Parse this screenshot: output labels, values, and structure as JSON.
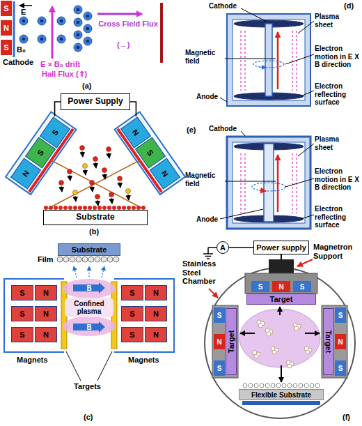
{
  "diagram": {
    "nodes": [
      {
        "text": [
          "S"
        ]
      },
      {
        "text": [
          "N"
        ]
      },
      {
        "text": [
          "S"
        ]
      },
      {
        "text": [
          "Power Supply"
        ]
      },
      {
        "text": [
          "S"
        ]
      },
      {
        "text": [
          "S"
        ]
      },
      {
        "text": [
          "N"
        ]
      },
      {
        "text": [
          "N"
        ]
      },
      {
        "text": [
          "S"
        ]
      },
      {
        "text": [
          "N"
        ]
      },
      {
        "text": [
          "Substrate"
        ]
      },
      {
        "text": [
          "Substrate"
        ]
      },
      {
        "text": [
          "S"
        ]
      },
      {
        "text": [
          "N"
        ]
      },
      {
        "text": [
          "S"
        ]
      },
      {
        "text": [
          "N"
        ]
      },
      {
        "text": [
          "S"
        ]
      },
      {
        "text": [
          "N"
        ]
      },
      {
        "text": [
          "S"
        ]
      },
      {
        "text": [
          "N"
        ]
      },
      {
        "text": [
          "S"
        ]
      },
      {
        "text": [
          "N"
        ]
      },
      {
        "text": [
          "S"
        ]
      },
      {
        "text": [
          "N"
        ]
      },
      {
        "text": [
          "Confined plasma"
        ]
      },
      {
        "text": [
          "B"
        ],
        "in": 24
      },
      {
        "text": [
          "B"
        ],
        "in": 24
      },
      {
        "text": [
          "A"
        ]
      },
      {
        "text": [
          "Power supply"
        ]
      },
      {
        "text": [
          "S"
        ]
      },
      {
        "text": [
          "N"
        ]
      },
      {
        "text": [
          "S"
        ]
      },
      {
        "text": [
          "Target"
        ]
      },
      {
        "text": [
          "S"
        ]
      },
      {
        "text": [
          "N"
        ]
      },
      {
        "text": [
          "S"
        ]
      },
      {
        "text": [
          "Target"
        ]
      },
      {
        "text": [
          "S"
        ]
      },
      {
        "text": [
          "N"
        ]
      },
      {
        "text": [
          "S"
        ]
      },
      {
        "text": [
          "Target"
        ]
      },
      {
        "text": [
          "Flexible Substrate"
        ]
      }
    ],
    "edges": [
      {
        "from": 3,
        "to": 4,
        "arrow": "none"
      },
      {
        "from": 3,
        "to": 7,
        "arrow": "none"
      },
      {
        "from": 27,
        "to": 28,
        "arrow": "none"
      }
    ],
    "labels": [
      "E",
      "B₀",
      "Cathode",
      "Cross Field Flux",
      "(→)",
      "E × B₀ drift",
      "Hall Flux (⇑)",
      "(a)",
      "(b)",
      "Film",
      "Magnets",
      "Magnets",
      "Targets",
      "(c)",
      "Cathode",
      "Plasma sheet",
      "Magnetic field",
      "Electron motion in E X B direction",
      "Anode",
      "Electron reflecting surface",
      "(d)",
      "Cathode",
      "Plasma sheet",
      "Magnetic field",
      "Electron motion in E X B direction",
      "Anode",
      "Electron reflecting surface",
      "(e)",
      "Magnetron Support",
      "Stainless Steel Chamber",
      "(f)"
    ]
  }
}
